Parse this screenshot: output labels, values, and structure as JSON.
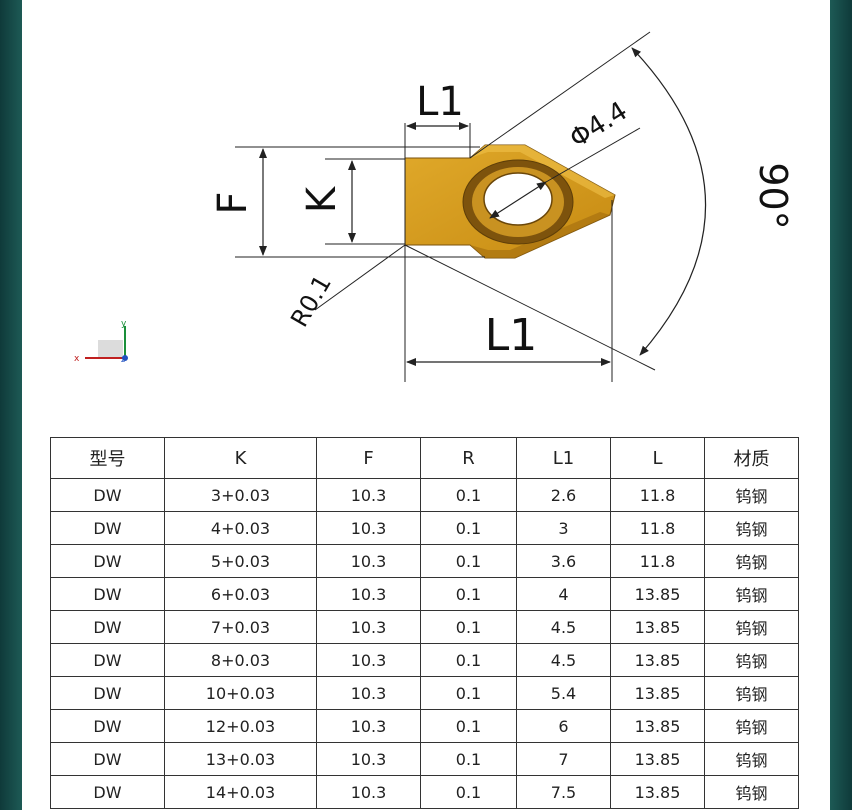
{
  "drawing": {
    "labels": {
      "f": "F",
      "k": "K",
      "l1_top": "L1",
      "l1_bottom": "L1",
      "diameter": "Φ4.4",
      "angle": "90°",
      "radius": "R0.1"
    },
    "axis": {
      "x": "x",
      "y": "y",
      "z": "z"
    },
    "colors": {
      "insert": "#d59a1d",
      "insert_dark": "#9d6a10",
      "line": "#222222"
    }
  },
  "table": {
    "headers": [
      "型号",
      "K",
      "F",
      "R",
      "L1",
      "L",
      "材质"
    ],
    "rows": [
      [
        "DW",
        "3+0.03",
        "10.3",
        "0.1",
        "2.6",
        "11.8",
        "钨钢"
      ],
      [
        "DW",
        "4+0.03",
        "10.3",
        "0.1",
        "3",
        "11.8",
        "钨钢"
      ],
      [
        "DW",
        "5+0.03",
        "10.3",
        "0.1",
        "3.6",
        "11.8",
        "钨钢"
      ],
      [
        "DW",
        "6+0.03",
        "10.3",
        "0.1",
        "4",
        "13.85",
        "钨钢"
      ],
      [
        "DW",
        "7+0.03",
        "10.3",
        "0.1",
        "4.5",
        "13.85",
        "钨钢"
      ],
      [
        "DW",
        "8+0.03",
        "10.3",
        "0.1",
        "4.5",
        "13.85",
        "钨钢"
      ],
      [
        "DW",
        "10+0.03",
        "10.3",
        "0.1",
        "5.4",
        "13.85",
        "钨钢"
      ],
      [
        "DW",
        "12+0.03",
        "10.3",
        "0.1",
        "6",
        "13.85",
        "钨钢"
      ],
      [
        "DW",
        "13+0.03",
        "10.3",
        "0.1",
        "7",
        "13.85",
        "钨钢"
      ],
      [
        "DW",
        "14+0.03",
        "10.3",
        "0.1",
        "7.5",
        "13.85",
        "钨钢"
      ]
    ]
  }
}
